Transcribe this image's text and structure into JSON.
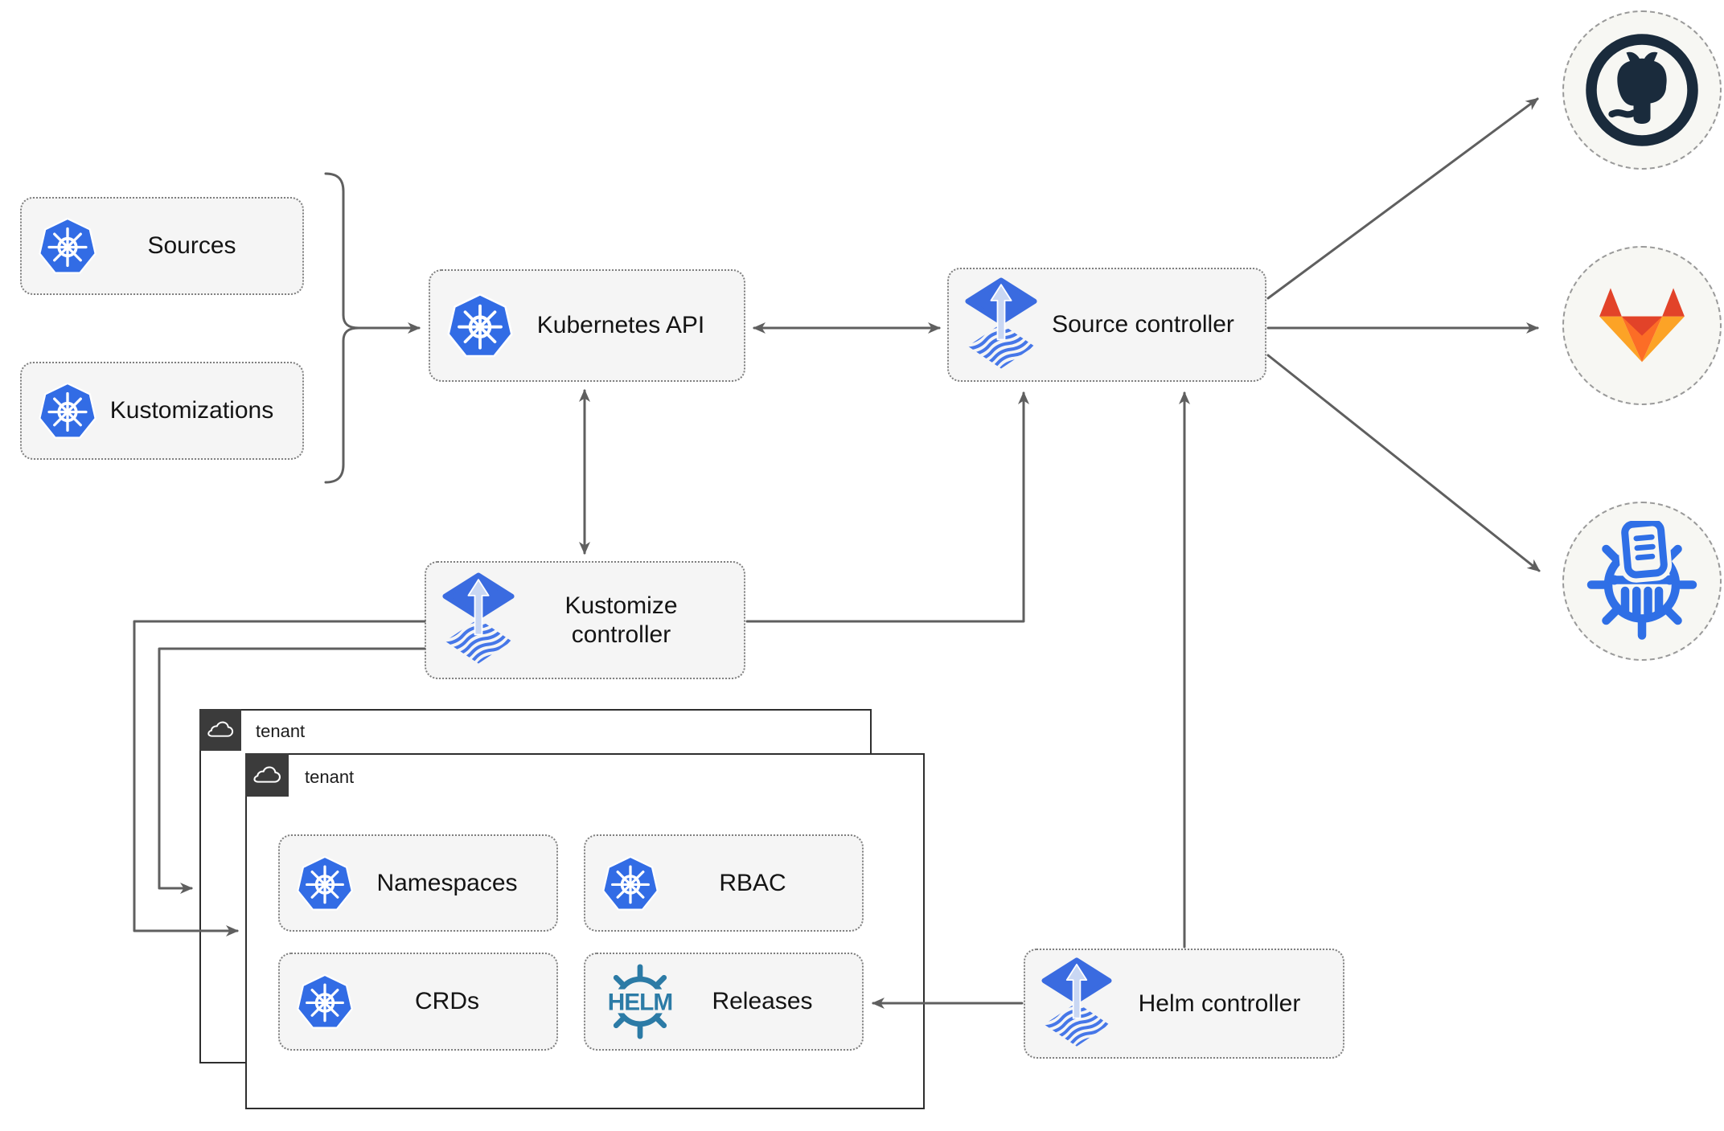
{
  "diagram": {
    "nodes": {
      "sources": {
        "label": "Sources",
        "icon": "kubernetes-icon"
      },
      "kustomizations": {
        "label": "Kustomizations",
        "icon": "kubernetes-icon"
      },
      "kubernetes_api": {
        "label": "Kubernetes API",
        "icon": "kubernetes-icon"
      },
      "source_controller": {
        "label": "Source controller",
        "icon": "flux-icon"
      },
      "kustomize_controller": {
        "label": "Kustomize controller",
        "icon": "flux-icon"
      },
      "helm_controller": {
        "label": "Helm controller",
        "icon": "flux-icon"
      },
      "tenant_back": {
        "label": "tenant",
        "icon": "cloud-icon"
      },
      "tenant_front": {
        "label": "tenant",
        "icon": "cloud-icon"
      },
      "namespaces": {
        "label": "Namespaces",
        "icon": "kubernetes-icon"
      },
      "rbac": {
        "label": "RBAC",
        "icon": "kubernetes-icon"
      },
      "crds": {
        "label": "CRDs",
        "icon": "kubernetes-icon"
      },
      "releases": {
        "label": "Releases",
        "icon": "helm-icon",
        "icon_text": "HELM"
      }
    },
    "external_targets": {
      "github": {
        "icon": "github-icon"
      },
      "gitlab": {
        "icon": "gitlab-icon"
      },
      "chartmuseum": {
        "icon": "chartmuseum-icon"
      }
    },
    "colors": {
      "kubernetes_blue": "#326ce5",
      "flux_blue": "#3a6be0",
      "flux_stripe_blue": "#4677e8",
      "flux_arrow_light": "#c9d7f3",
      "helm_teal": "#2c7ba6",
      "chartmuseum_blue": "#2f6fe6",
      "github_dark": "#1a2b3c",
      "gitlab_red": "#e24329",
      "gitlab_orange": "#fc6d26",
      "gitlab_yellow": "#fca326",
      "connector_gray": "#5f5f5f",
      "node_fill": "#f5f5f5",
      "tenant_border": "#2e2e2e",
      "badge_dark": "#3b3b3b"
    }
  }
}
